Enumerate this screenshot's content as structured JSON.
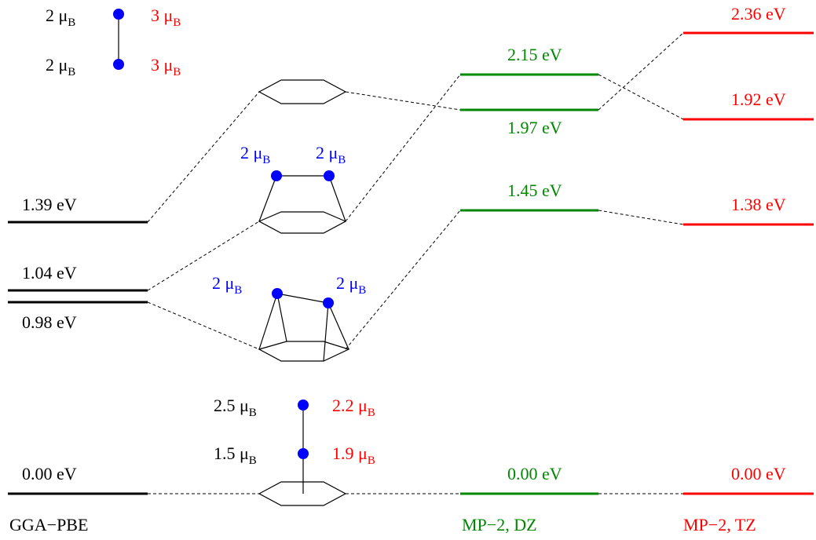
{
  "colors": {
    "gga": "#000000",
    "dz": "#008800",
    "tz": "#ff0000",
    "moment": "#0000ff",
    "link": "#000000"
  },
  "methods": {
    "gga": "GGA−PBE",
    "dz": "MP−2, DZ",
    "tz": "MP−2, TZ"
  },
  "energies": {
    "gga": [
      "1.39 eV",
      "1.04 eV",
      "0.98 eV",
      "0.00 eV"
    ],
    "dz": [
      "2.15 eV",
      "1.97 eV",
      "1.45 eV",
      "0.00 eV"
    ],
    "tz": [
      "2.36 eV",
      "1.92 eV",
      "1.38 eV",
      "0.00 eV"
    ]
  },
  "mu": "μ",
  "mu_sub": "B",
  "moments": {
    "top_left": "2",
    "top_right": "3",
    "mid_left": "2",
    "mid_right": "3",
    "bridge_left": "2",
    "bridge_right": "2",
    "hollow_left": "2",
    "hollow_right": "2",
    "atop_upper_left": "2.5",
    "atop_upper_right": "2.2",
    "atop_lower_left": "1.5",
    "atop_lower_right": "1.9"
  }
}
